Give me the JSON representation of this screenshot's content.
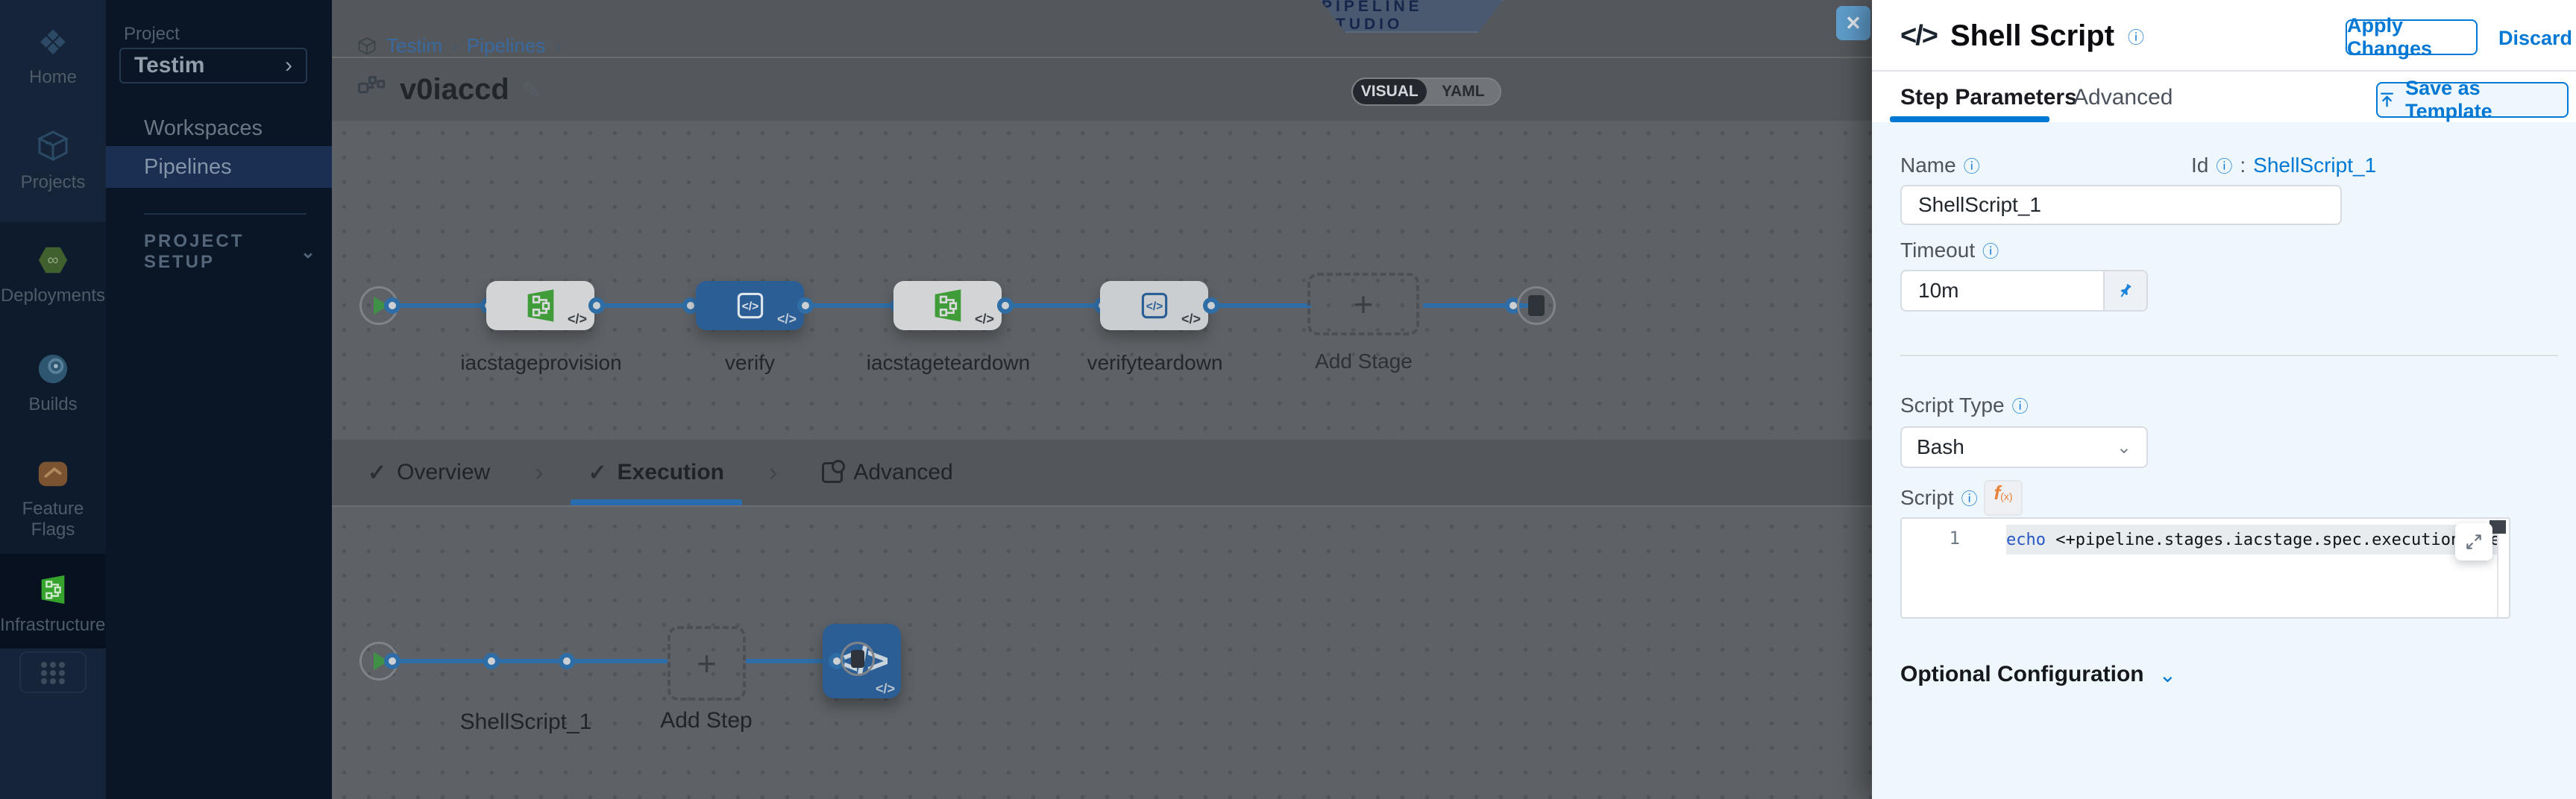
{
  "module_nav": {
    "items": [
      {
        "label": "Home"
      },
      {
        "label": "Projects"
      },
      {
        "label": "Deployments"
      },
      {
        "label": "Builds"
      },
      {
        "label": "Feature Flags"
      },
      {
        "label": "Infrastructures"
      }
    ]
  },
  "project_nav": {
    "section_label": "Project",
    "project_name": "Testim",
    "items": [
      {
        "label": "Workspaces"
      },
      {
        "label": "Pipelines"
      }
    ],
    "setup_label": "PROJECT SETUP"
  },
  "header": {
    "breadcrumb": {
      "item1": "Testim",
      "item2": "Pipelines"
    },
    "badge": "PIPELINE STUDIO",
    "pipeline_name": "v0iaccd",
    "view_toggle": {
      "visual": "VISUAL",
      "yaml": "YAML"
    }
  },
  "pipeline": {
    "stages": [
      {
        "name": "iacstageprovision",
        "type": "infrastructure"
      },
      {
        "name": "verify",
        "type": "custom",
        "selected": true
      },
      {
        "name": "iacstageteardown",
        "type": "infrastructure"
      },
      {
        "name": "verifyteardown",
        "type": "custom"
      }
    ],
    "add_stage_label": "Add Stage"
  },
  "stage_tabs": {
    "overview": "Overview",
    "execution": "Execution",
    "advanced": "Advanced"
  },
  "execution": {
    "steps": [
      {
        "name": "ShellScript_1"
      }
    ],
    "add_step_label": "Add Step"
  },
  "panel": {
    "title": "Shell Script",
    "apply_label": "Apply Changes",
    "discard_label": "Discard",
    "tabs": {
      "step_parameters": "Step Parameters",
      "advanced": "Advanced"
    },
    "save_as_template_label": "Save as Template",
    "fields": {
      "name_label": "Name",
      "name_value": "ShellScript_1",
      "id_label": "Id",
      "id_separator": ":",
      "id_value": "ShellScript_1",
      "timeout_label": "Timeout",
      "timeout_value": "10m",
      "script_type_label": "Script Type",
      "script_type_value": "Bash",
      "script_label": "Script"
    },
    "editor": {
      "line_number": "1",
      "code_keyword": "echo",
      "code_rest": " <+pipeline.stages.iacstage.spec.execution.steps.appl"
    },
    "optional_configuration_label": "Optional Configuration"
  },
  "colors": {
    "accent_blue": "#0278d5",
    "node_blue": "#2c5e96",
    "infra_green": "#3f9c38"
  }
}
